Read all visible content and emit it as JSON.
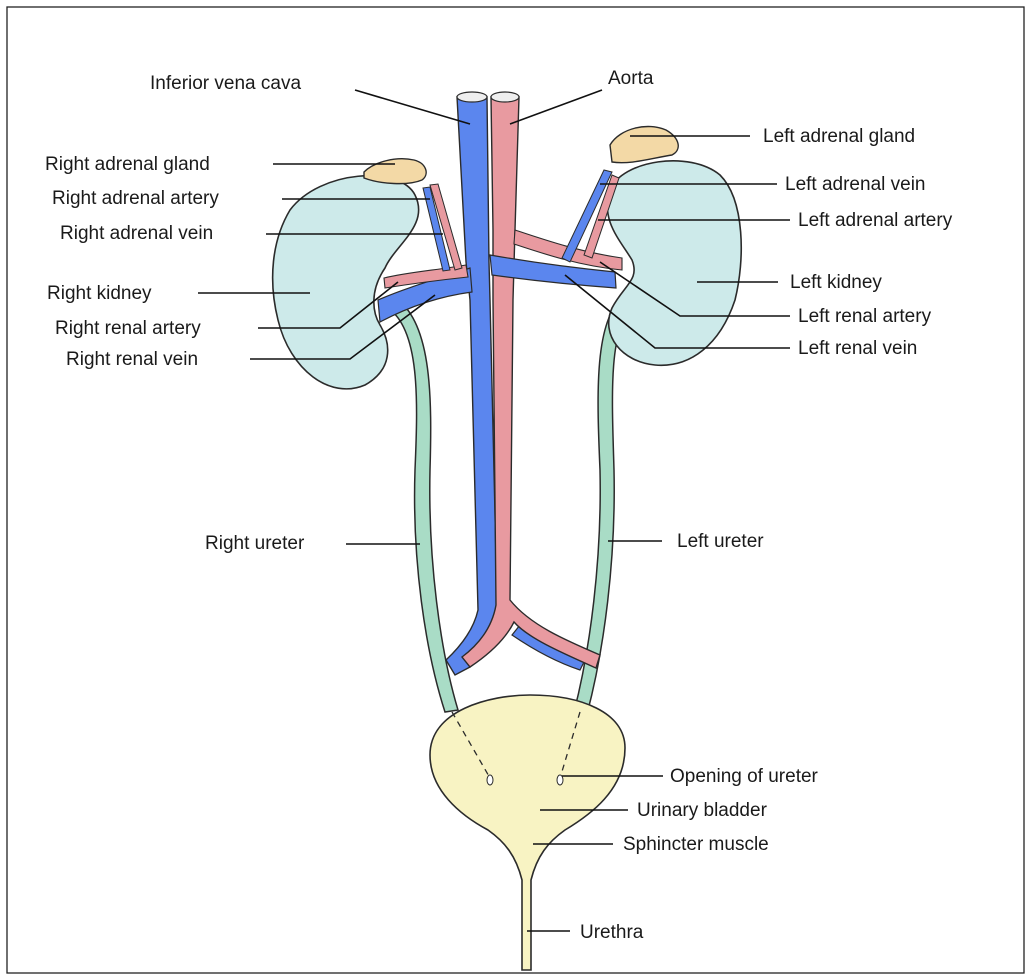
{
  "colors": {
    "vein": "#5b86ee",
    "artery": "#e89aa0",
    "kidney": "#cdeaea",
    "adrenal": "#f3d9a6",
    "ureter": "#a9dcc6",
    "bladder": "#f8f3c3",
    "outline": "#2b2b2b"
  },
  "labels": {
    "inferior_vena_cava": "Inferior vena cava",
    "aorta": "Aorta",
    "right_adrenal_gland": "Right adrenal gland",
    "right_adrenal_artery": "Right adrenal artery",
    "right_adrenal_vein": "Right adrenal vein",
    "right_kidney": "Right kidney",
    "right_renal_artery": "Right renal artery",
    "right_renal_vein": "Right renal vein",
    "left_adrenal_gland": "Left adrenal gland",
    "left_adrenal_vein": "Left adrenal vein",
    "left_adrenal_artery": "Left adrenal artery",
    "left_kidney": "Left kidney",
    "left_renal_artery": "Left renal artery",
    "left_renal_vein": "Left renal vein",
    "right_ureter": "Right ureter",
    "left_ureter": "Left ureter",
    "opening_of_ureter": "Opening of ureter",
    "urinary_bladder": "Urinary bladder",
    "sphincter_muscle": "Sphincter muscle",
    "urethra": "Urethra"
  }
}
